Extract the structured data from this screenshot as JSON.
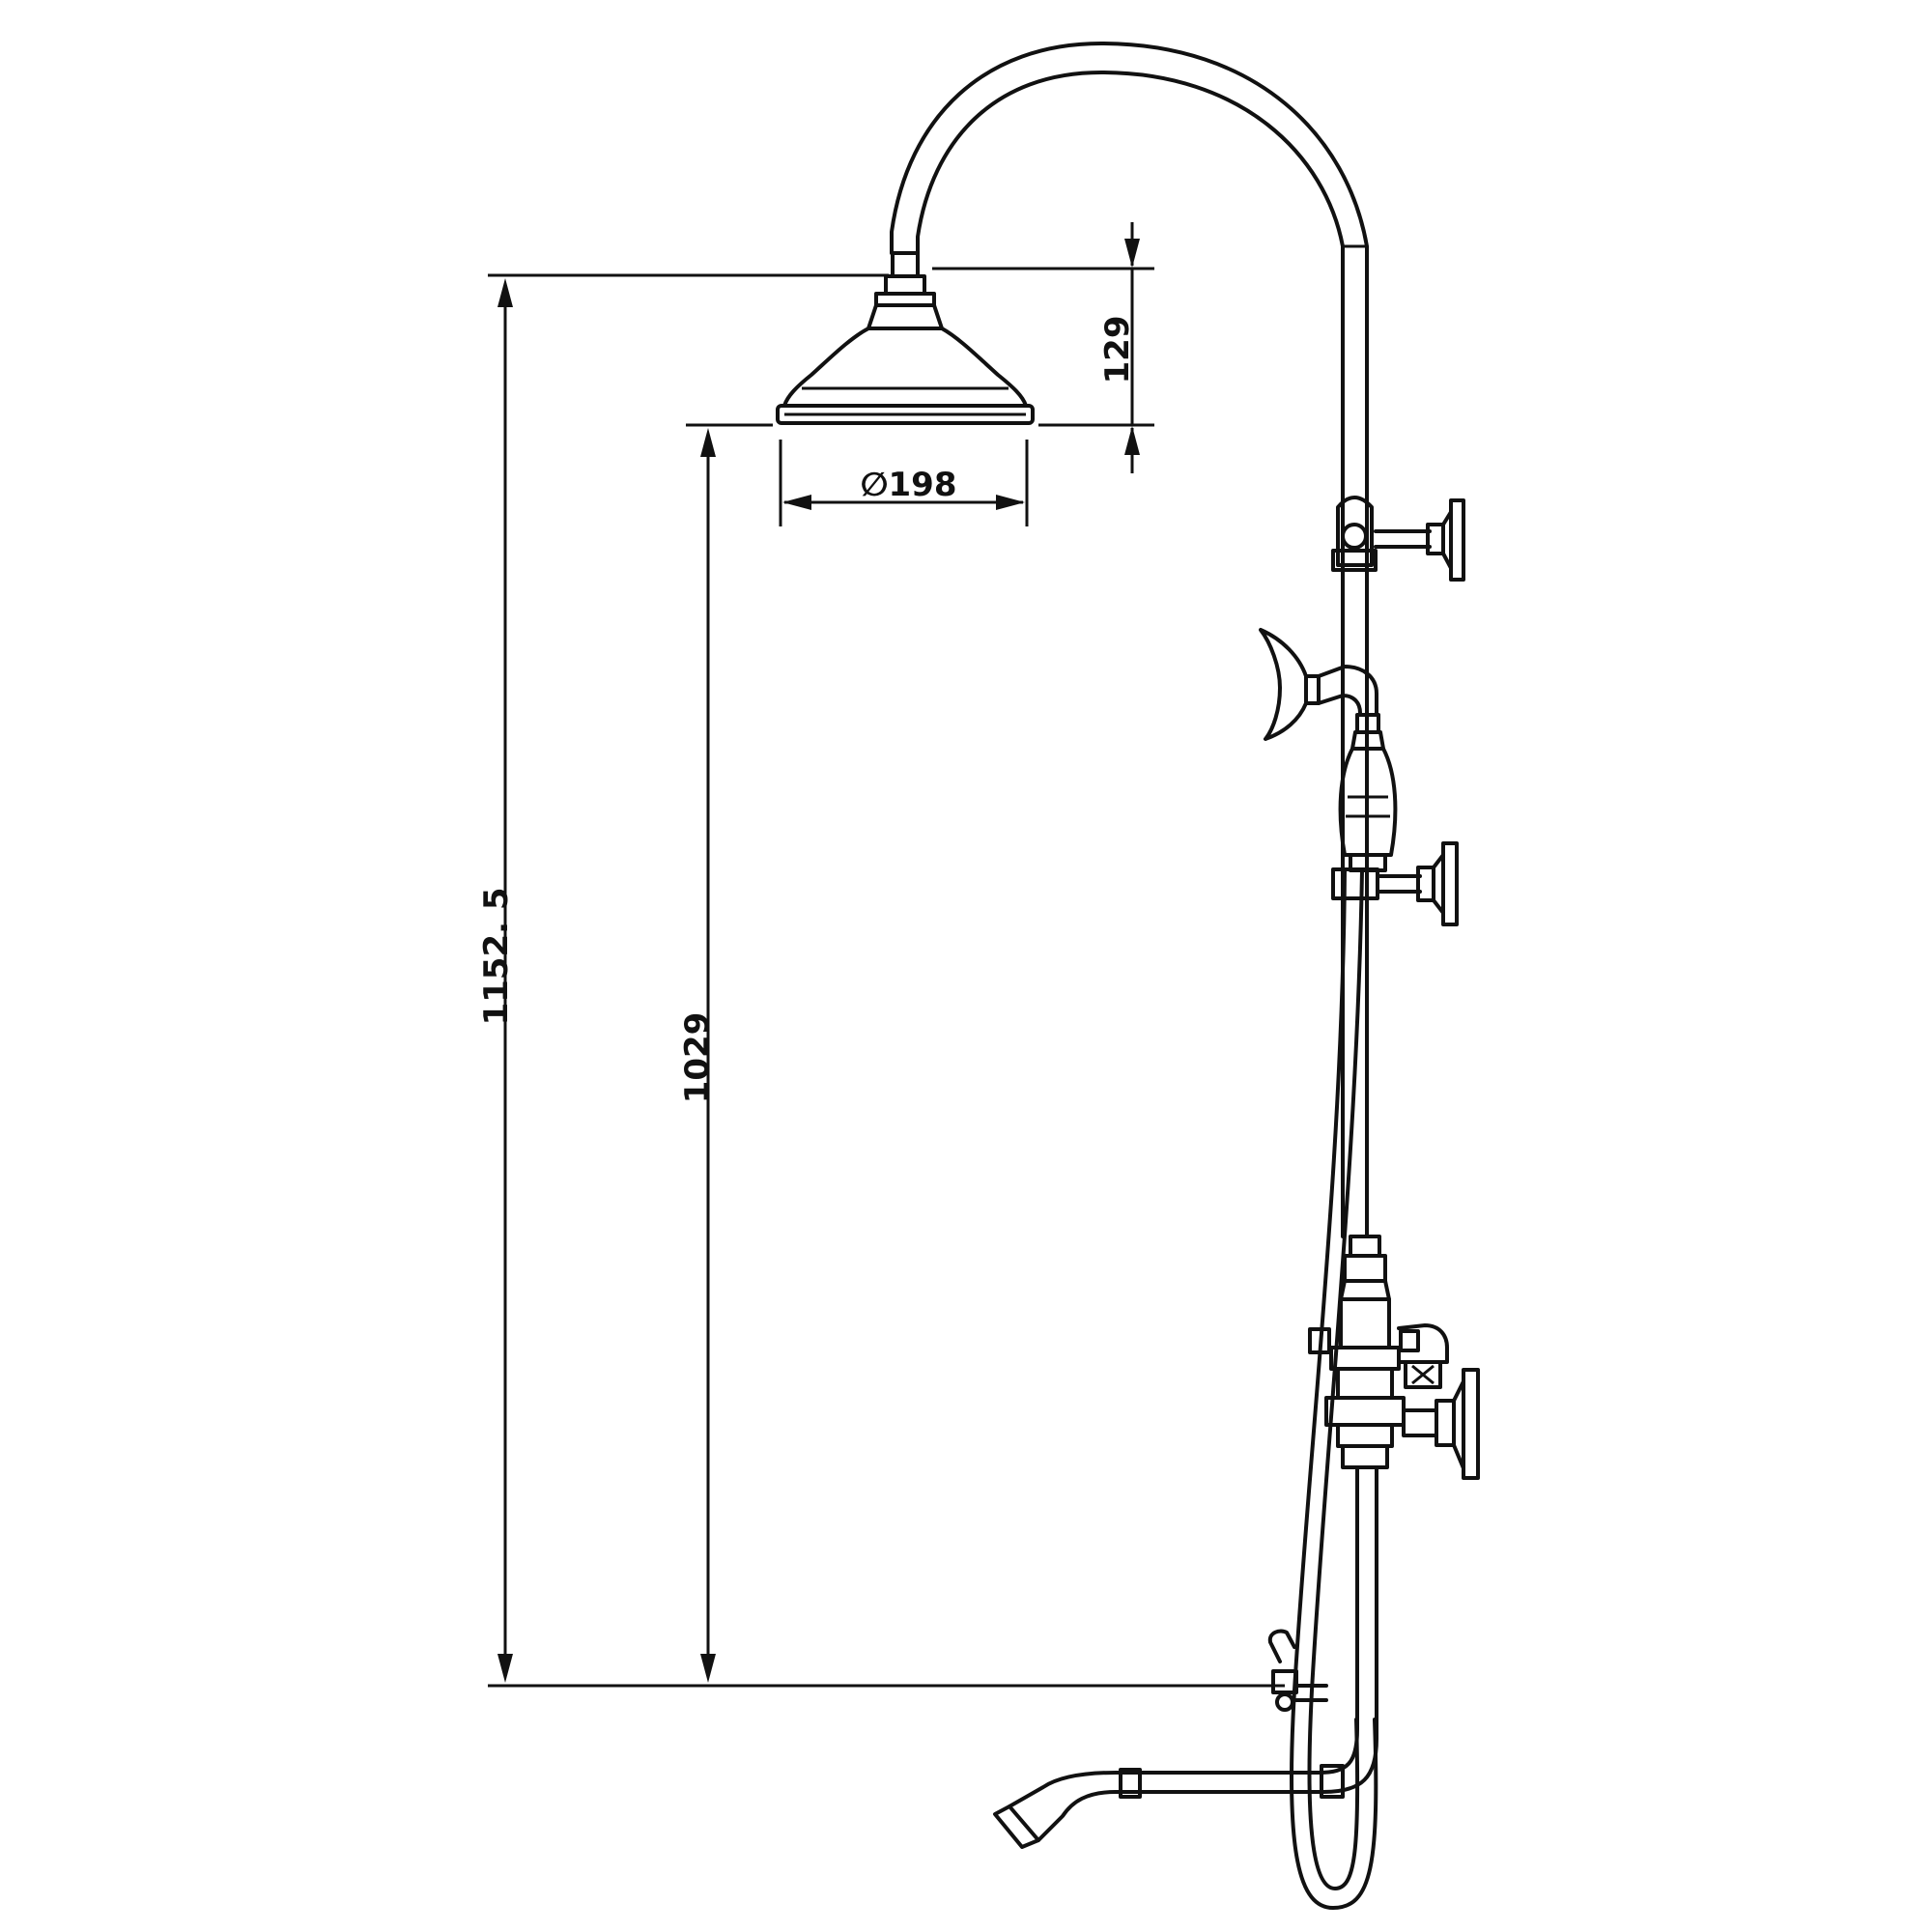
{
  "dimensions": {
    "total_height": "1152. 5",
    "head_height": "1029",
    "head_depth": "129",
    "head_diameter": "198",
    "diameter_symbol": "∅"
  },
  "colors": {
    "line": "#111111",
    "background": "#ffffff"
  }
}
